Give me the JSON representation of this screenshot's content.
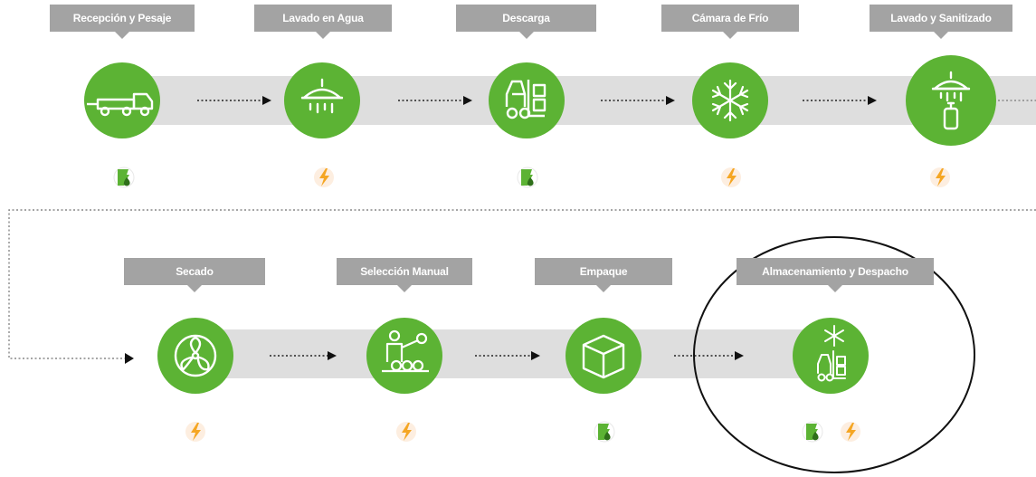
{
  "colors": {
    "accent_green": "#5cb334",
    "band_gray": "#dedede",
    "label_gray": "#a3a3a3",
    "energy_orange": "#f5a623",
    "badge_bg": "#fdeee0"
  },
  "steps": [
    {
      "label": "Recepción y Pesaje",
      "icon": "truck-icon",
      "resources": [
        "fuel-water"
      ]
    },
    {
      "label": "Lavado en Agua",
      "icon": "shower-icon",
      "resources": [
        "electricity"
      ]
    },
    {
      "label": "Descarga",
      "icon": "forklift-icon",
      "resources": [
        "fuel-water"
      ]
    },
    {
      "label": "Cámara de Frío",
      "icon": "snowflake-icon",
      "resources": [
        "electricity"
      ]
    },
    {
      "label": "Lavado y Sanitizado",
      "icon": "shower-sanitizer-icon",
      "resources": [
        "electricity"
      ]
    },
    {
      "label": "Secado",
      "icon": "fan-icon",
      "resources": [
        "electricity"
      ]
    },
    {
      "label": "Selección Manual",
      "icon": "worker-selection-icon",
      "resources": [
        "electricity"
      ]
    },
    {
      "label": "Empaque",
      "icon": "box-icon",
      "resources": [
        "fuel-water"
      ]
    },
    {
      "label": "Almacenamiento y Despacho",
      "icon": "snowflake-forklift-icon",
      "resources": [
        "fuel-water",
        "electricity"
      ]
    }
  ]
}
